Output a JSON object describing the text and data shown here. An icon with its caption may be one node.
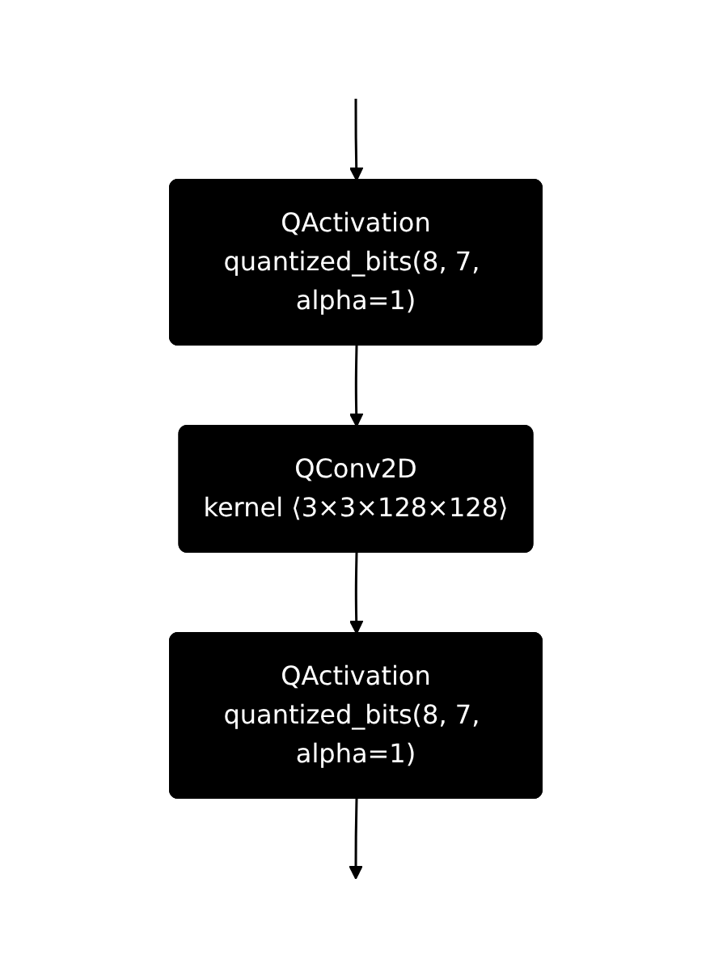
{
  "diagram": {
    "nodes": [
      {
        "text": [
          "QActivation",
          "quantized_bits(8, 7, alpha=1)"
        ]
      },
      {
        "text": [
          "QConv2D",
          "kernel ⟨3×3×128×128⟩"
        ]
      },
      {
        "text": [
          "QActivation",
          "quantized_bits(8, 7, alpha=1)"
        ]
      }
    ],
    "edges": [
      {
        "from": null,
        "to": 0,
        "arrow": "to"
      },
      {
        "from": 0,
        "to": 1,
        "arrow": "to"
      },
      {
        "from": 1,
        "to": 2,
        "arrow": "to"
      },
      {
        "from": 2,
        "to": null,
        "arrow": "to"
      }
    ]
  }
}
